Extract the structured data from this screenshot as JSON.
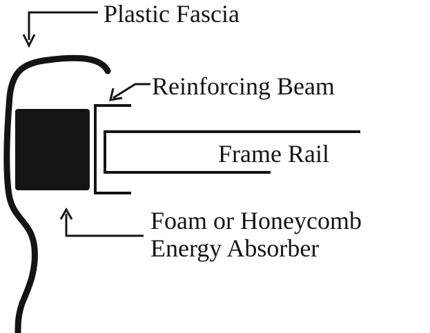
{
  "labels": {
    "fascia": "Plastic Fascia",
    "beam": "Reinforcing Beam",
    "rail": "Frame Rail",
    "absorber_line1": "Foam or Honeycomb",
    "absorber_line2": "Energy Absorber"
  },
  "colors": {
    "ink": "#141414",
    "background": "#ffffff"
  }
}
